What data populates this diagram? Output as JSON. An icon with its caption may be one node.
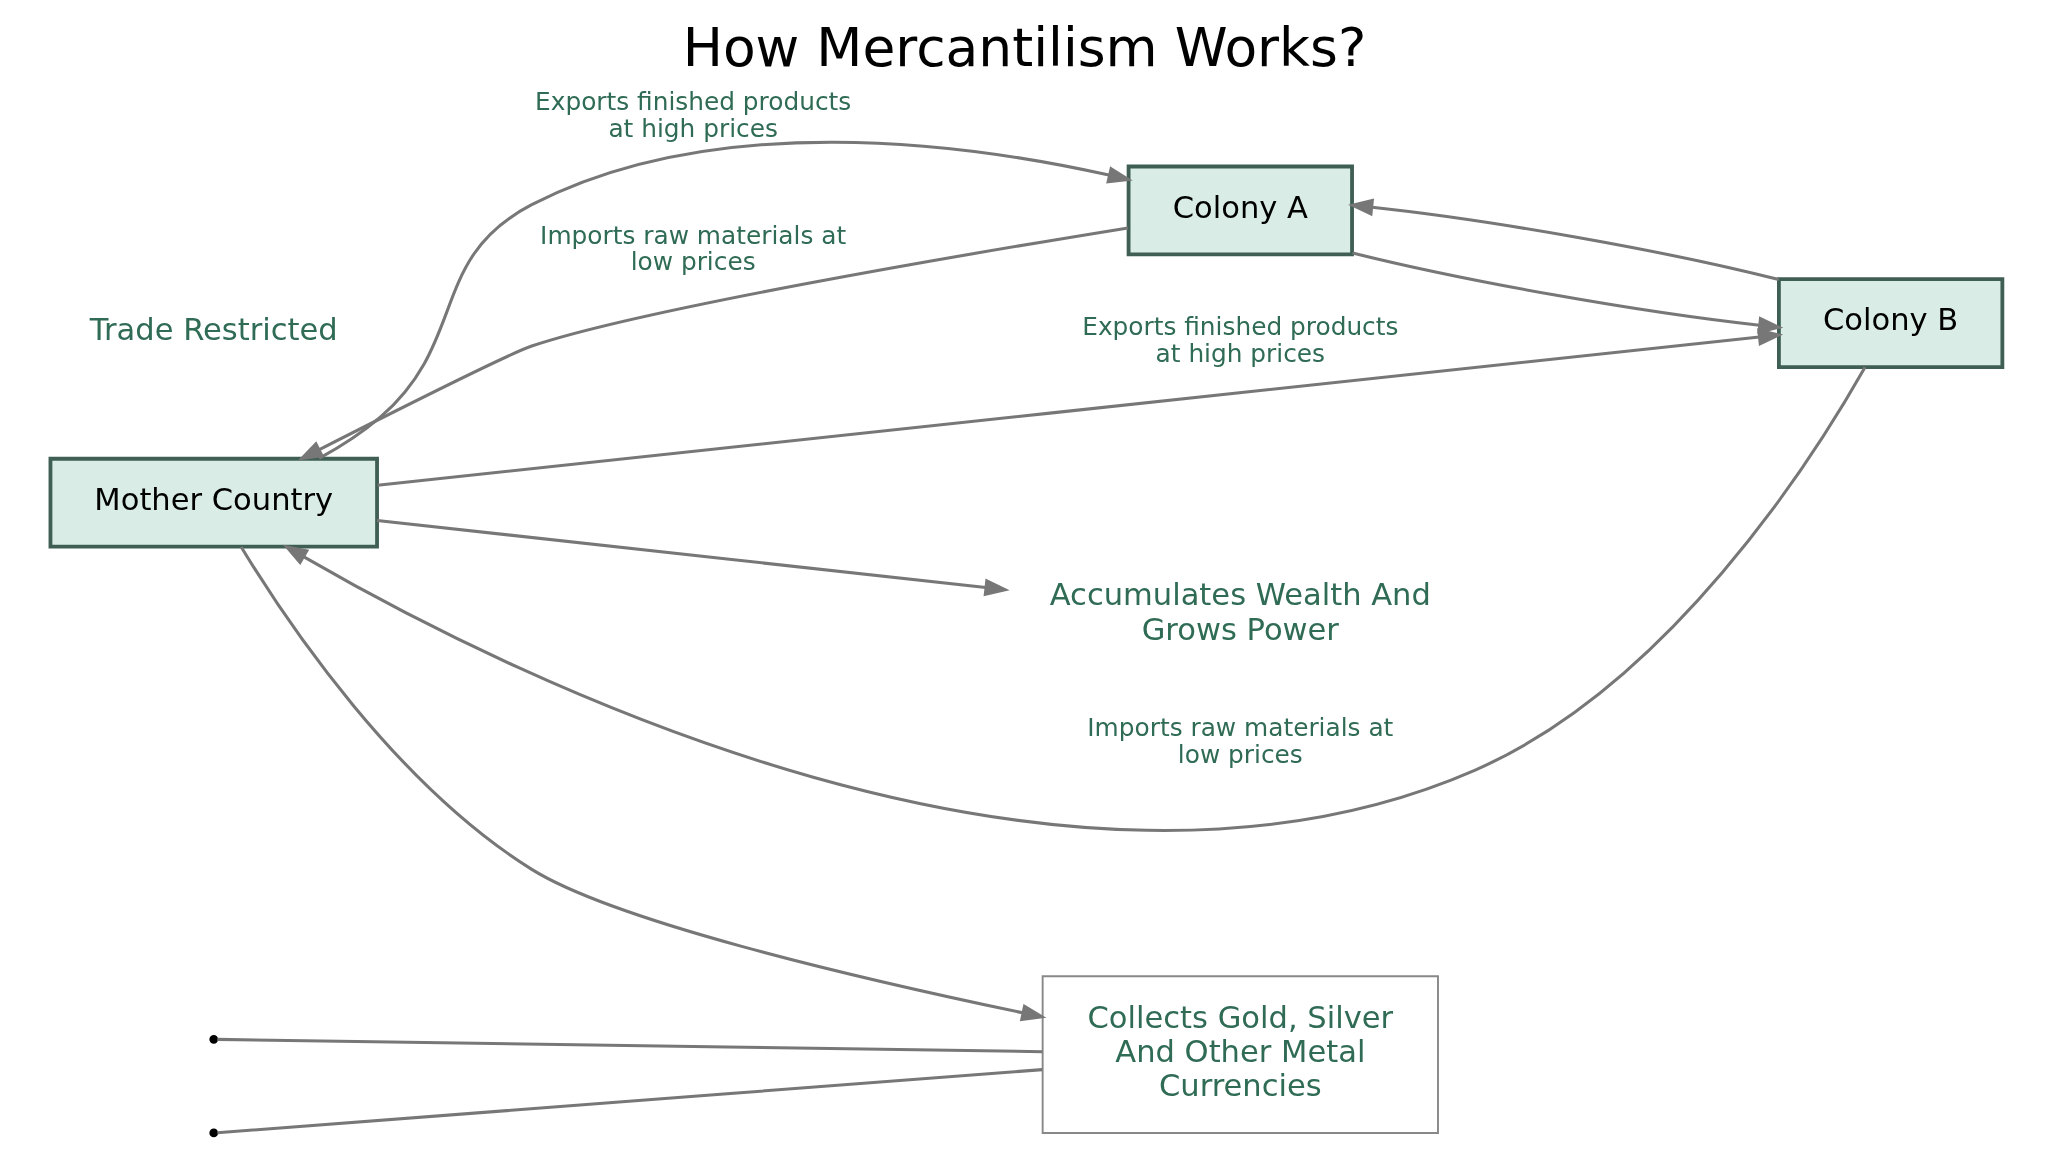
{
  "diagram": {
    "title": "How Mercantilism Works?",
    "nodes": [
      {
        "text": [
          "Mother Country"
        ]
      },
      {
        "text": [
          "Colony A"
        ]
      },
      {
        "text": [
          "Collects Gold, Silver And Other Metal Currencies"
        ]
      },
      {
        "text": [
          "Colony B"
        ]
      },
      {
        "text": [
          "Accumulates Wealth And Grows Power"
        ]
      }
    ],
    "edges": [
      {
        "from": 1,
        "to": 0,
        "arrow": "to",
        "label": "Imports raw materials at low prices"
      },
      {
        "from": 0,
        "to": 1,
        "arrow": "to",
        "label": "Exports finished products at high prices"
      },
      {
        "from": 0,
        "to": 2,
        "arrow": "to"
      },
      {
        "from": 0,
        "to": 3,
        "arrow": "to",
        "label": "Exports finished products at high prices"
      },
      {
        "from": 3,
        "to": 0,
        "arrow": "to",
        "label": "Imports raw materials at low prices"
      },
      {
        "from": 0,
        "to": 4,
        "arrow": "to"
      },
      {
        "from": 1,
        "to": 3,
        "arrow": "to"
      },
      {
        "from": 3,
        "to": 1,
        "arrow": "to"
      },
      {
        "from": null,
        "to": 2,
        "arrow": "none"
      },
      {
        "from": null,
        "to": 2,
        "arrow": "none"
      }
    ],
    "labels": [
      "Trade Restricted"
    ]
  }
}
